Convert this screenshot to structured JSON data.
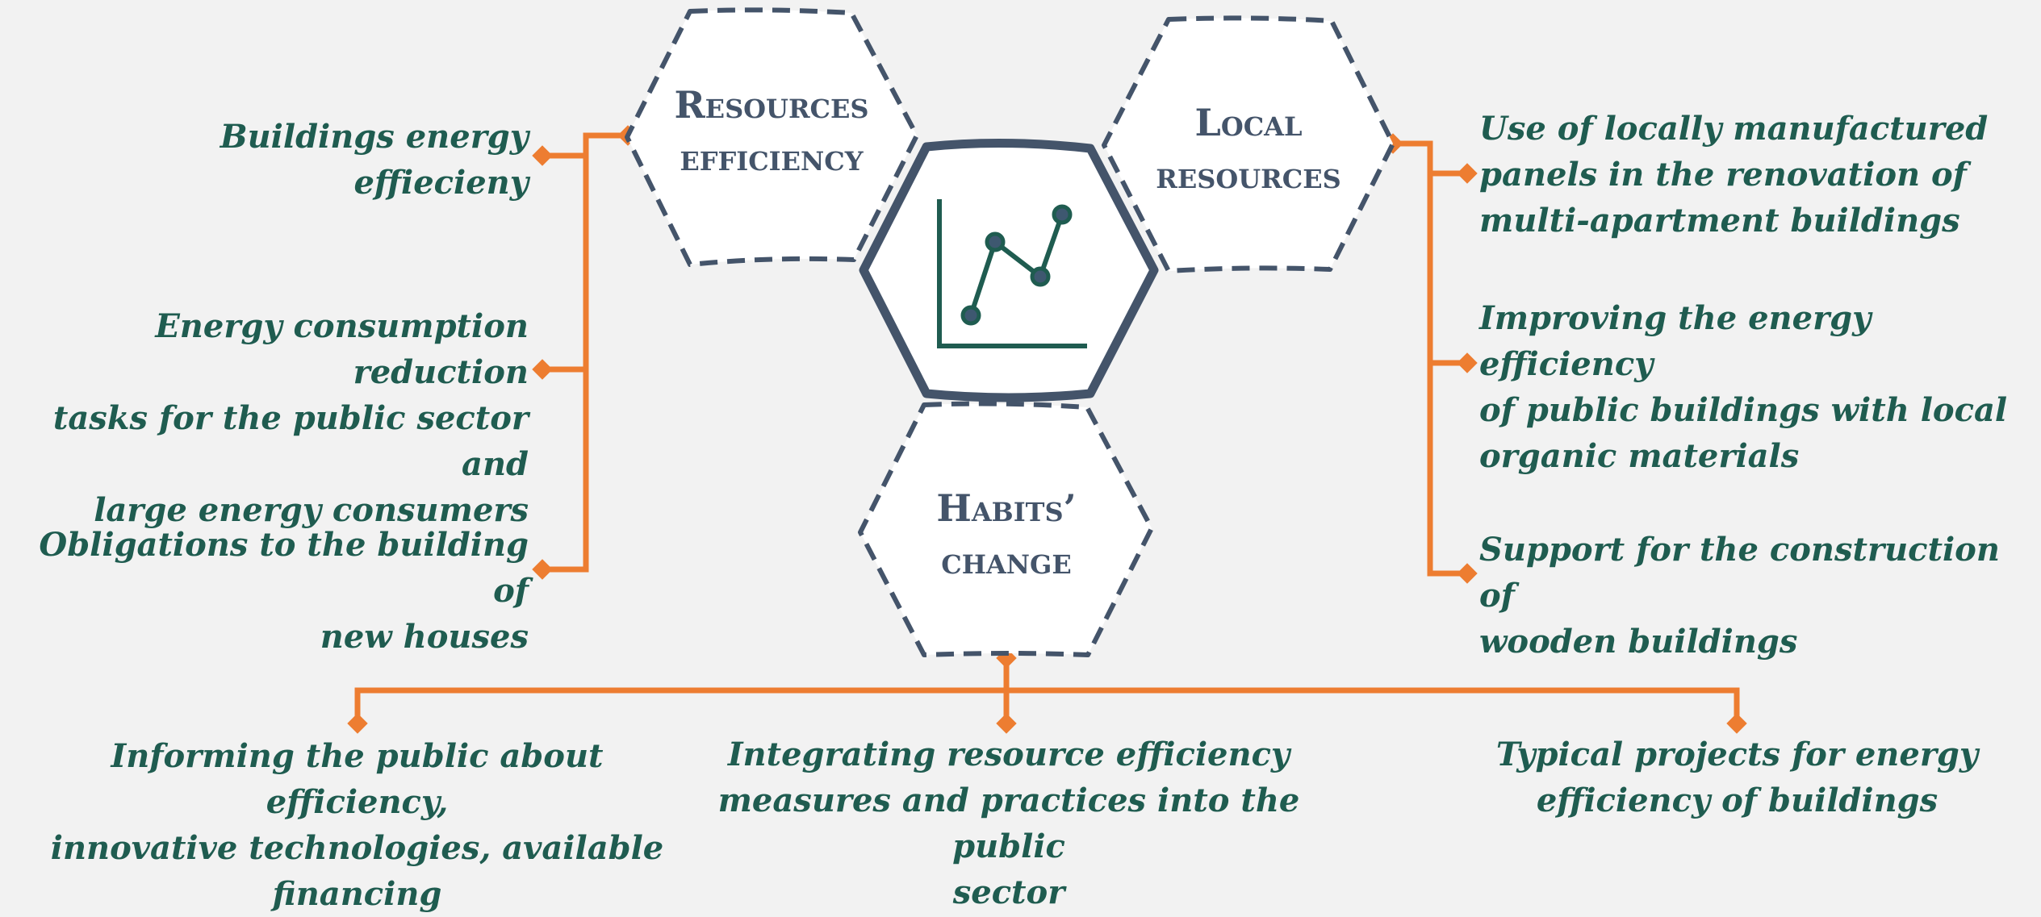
{
  "hexagons": {
    "resources_efficiency": "Resources\nefficiency",
    "local_resources": "Local\nresources",
    "habits_change": "Habits’\nchange",
    "center_icon": "line-chart-icon"
  },
  "left_items": [
    "Buildings energy\neffiecieny",
    "Energy consumption reduction\ntasks for the public sector and\nlarge energy consumers",
    "Obligations to the building of\nnew houses"
  ],
  "right_items": [
    "Use of locally manufactured\npanels in the renovation of\nmulti-apartment buildings",
    "Improving the energy efficiency\nof public buildings with local\norganic materials",
    "Support for the construction of\nwooden buildings"
  ],
  "bottom_items": [
    "Informing the public about efficiency,\ninnovative technologies, available\nfinancing",
    "Integrating resource efficiency\nmeasures and practices into the public\nsector",
    "Typical projects for energy\nefficiency of buildings"
  ],
  "colors": {
    "connector": "#ed7d31",
    "hex_outline": "#44546a",
    "item_text": "#1f5c50",
    "hex_text": "#44546a",
    "icon": "#1f5c50",
    "background": "#f2f2f2"
  }
}
